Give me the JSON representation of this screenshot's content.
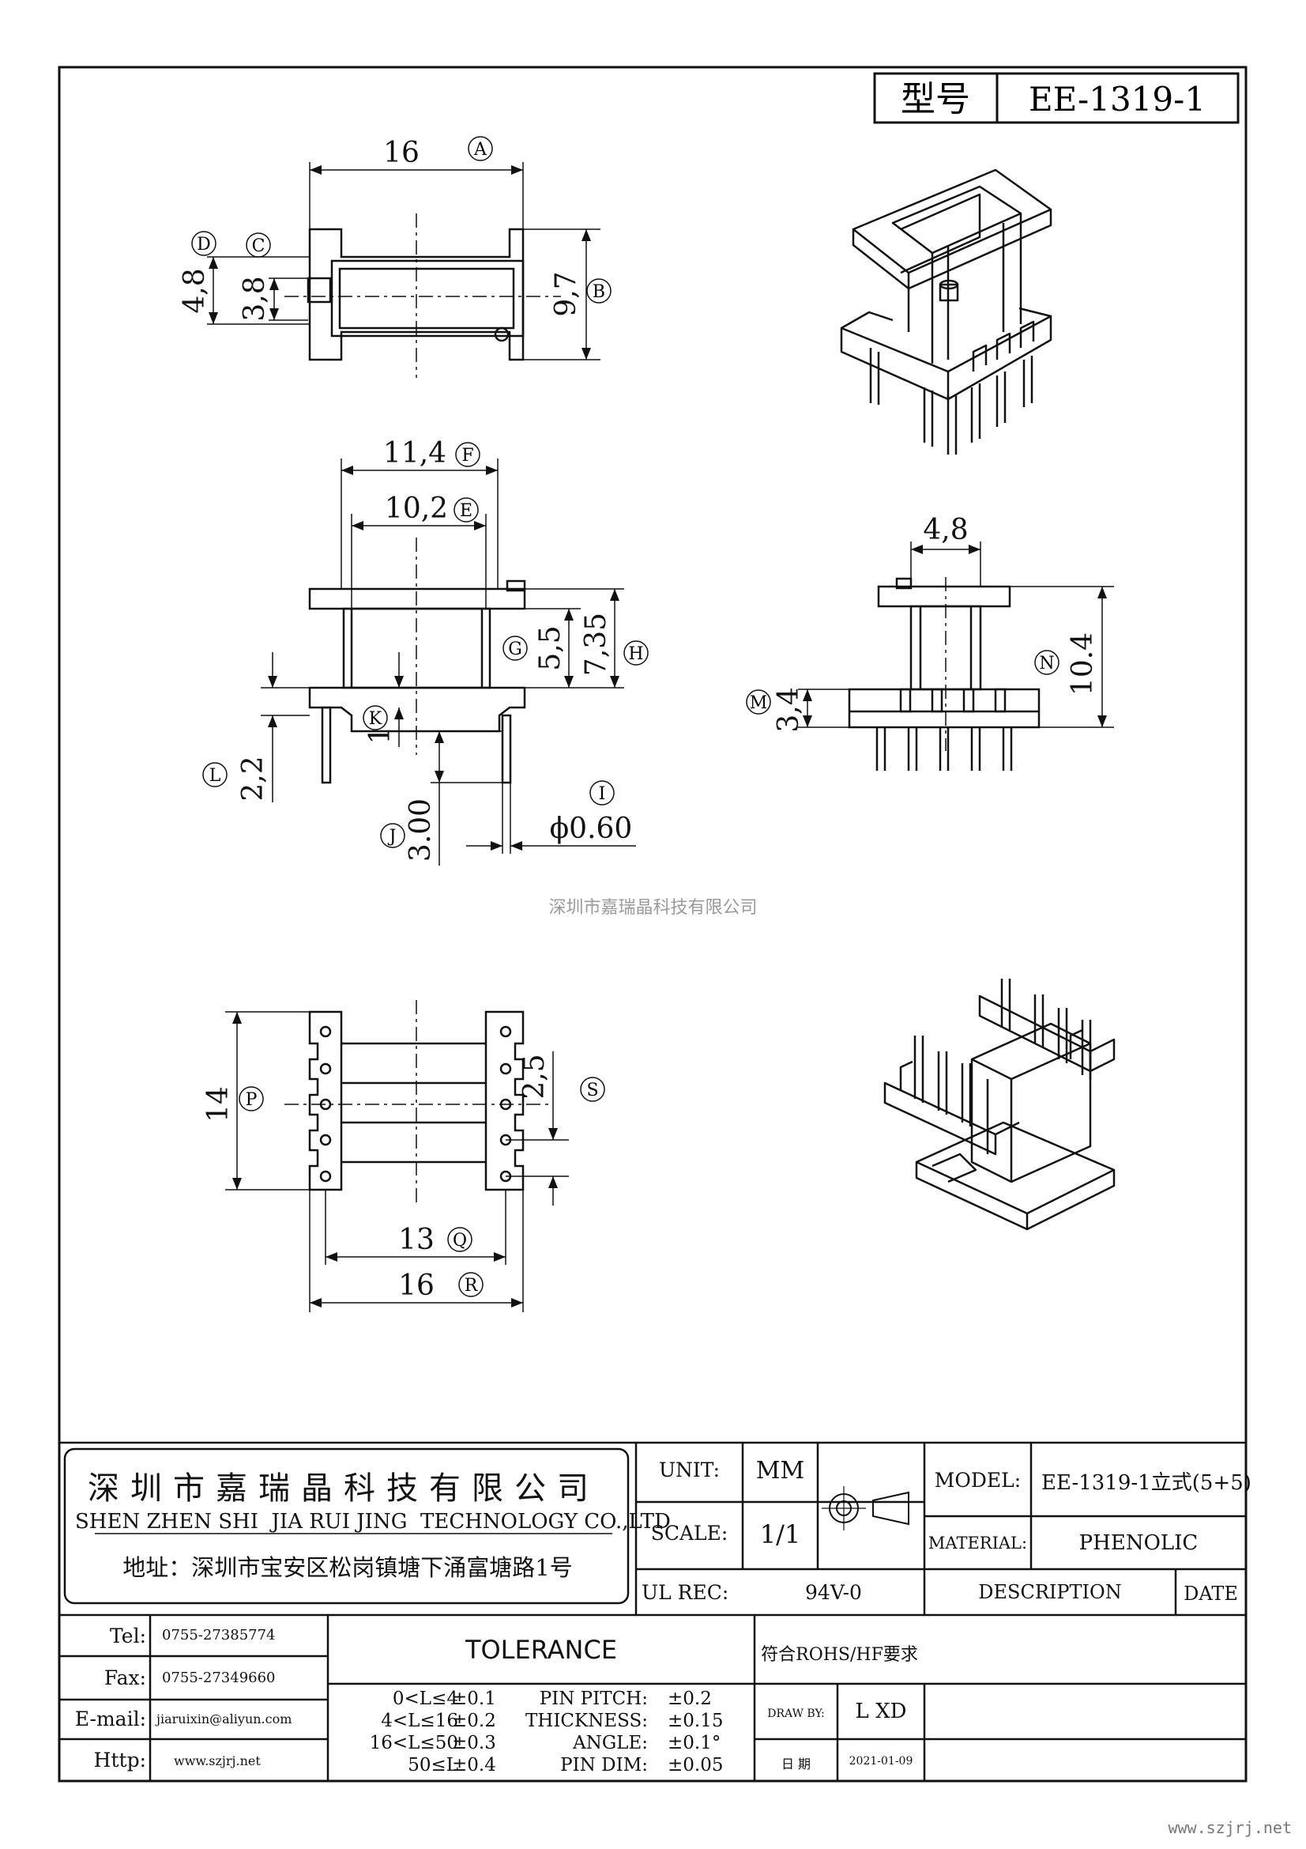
{
  "model_box": {
    "label": "型号",
    "value": "EE-1319-1"
  },
  "dims": {
    "top_width": "16",
    "top_width_tag": "A",
    "top_height": "9,7",
    "top_height_tag": "B",
    "top_slot": "3,8",
    "top_slot_tag": "C",
    "top_flange": "4,8",
    "top_flange_tag": "D",
    "side_inner": "10,2",
    "side_inner_tag": "E",
    "side_outer": "11,4",
    "side_outer_tag": "F",
    "side_winding": "5,5",
    "side_winding_tag": "G",
    "side_total": "7,35",
    "side_total_tag": "H",
    "pin_dia": "ϕ0.60",
    "pin_dia_tag": "I",
    "pin_len": "3.00",
    "pin_len_tag": "J",
    "base_step": "1",
    "base_step_tag": "K",
    "base_h": "2,2",
    "base_h_tag": "L",
    "front_base": "3,4",
    "front_base_tag": "M",
    "front_total": "10.4",
    "front_total_tag": "N",
    "front_width": "4,8",
    "bot_height": "14",
    "bot_height_tag": "P",
    "bot_inner": "13",
    "bot_inner_tag": "Q",
    "bot_outer": "16",
    "bot_outer_tag": "R",
    "bot_pitch": "2,5",
    "bot_pitch_tag": "S"
  },
  "watermark": "深圳市嘉瑞晶科技有限公司",
  "company": {
    "name_cn": "深圳市嘉瑞晶科技有限公司",
    "name_en": "SHEN ZHEN SHI  JIA RUI JING  TECHNOLOGY CO.,LTD",
    "address": "地址：深圳市宝安区松岗镇塘下涌富塘路1号"
  },
  "spec": {
    "unit_label": "UNIT:",
    "unit_value": "MM",
    "scale_label": "SCALE:",
    "scale_value": "1/1",
    "ul_label": "UL REC:",
    "ul_value": "94V-0",
    "model_label": "MODEL:",
    "model_value": "EE-1319-1立式(5+5)",
    "material_label": "MATERIAL:",
    "material_value": "PHENOLIC",
    "description_label": "DESCRIPTION",
    "date_label": "DATE"
  },
  "contact": {
    "tel_label": "Tel:",
    "tel": "0755-27385774",
    "fax_label": "Fax:",
    "fax": "0755-27349660",
    "email_label": "E-mail:",
    "email": "jiaruixin@aliyun.com",
    "http_label": "Http:",
    "http": "www.szjrj.net"
  },
  "tolerance": {
    "title": "TOLERANCE",
    "ranges": [
      {
        "range": "0<L≤4",
        "tol": "±0.1"
      },
      {
        "range": "4<L≤16",
        "tol": "±0.2"
      },
      {
        "range": "16<L≤50",
        "tol": "±0.3"
      },
      {
        "range": "50≤L",
        "tol": "±0.4"
      }
    ],
    "other": [
      {
        "label": "PIN PITCH:",
        "tol": "±0.2"
      },
      {
        "label": "THICKNESS:",
        "tol": "±0.15"
      },
      {
        "label": "ANGLE:",
        "tol": "±0.1°"
      },
      {
        "label": "PIN DIM:",
        "tol": "±0.05"
      }
    ]
  },
  "rohs": "符合ROHS/HF要求",
  "draw": {
    "label": "DRAW BY:",
    "value": "L XD",
    "date_label": "日 期",
    "date": "2021-01-09"
  },
  "footer_url": "www.szjrj.net"
}
